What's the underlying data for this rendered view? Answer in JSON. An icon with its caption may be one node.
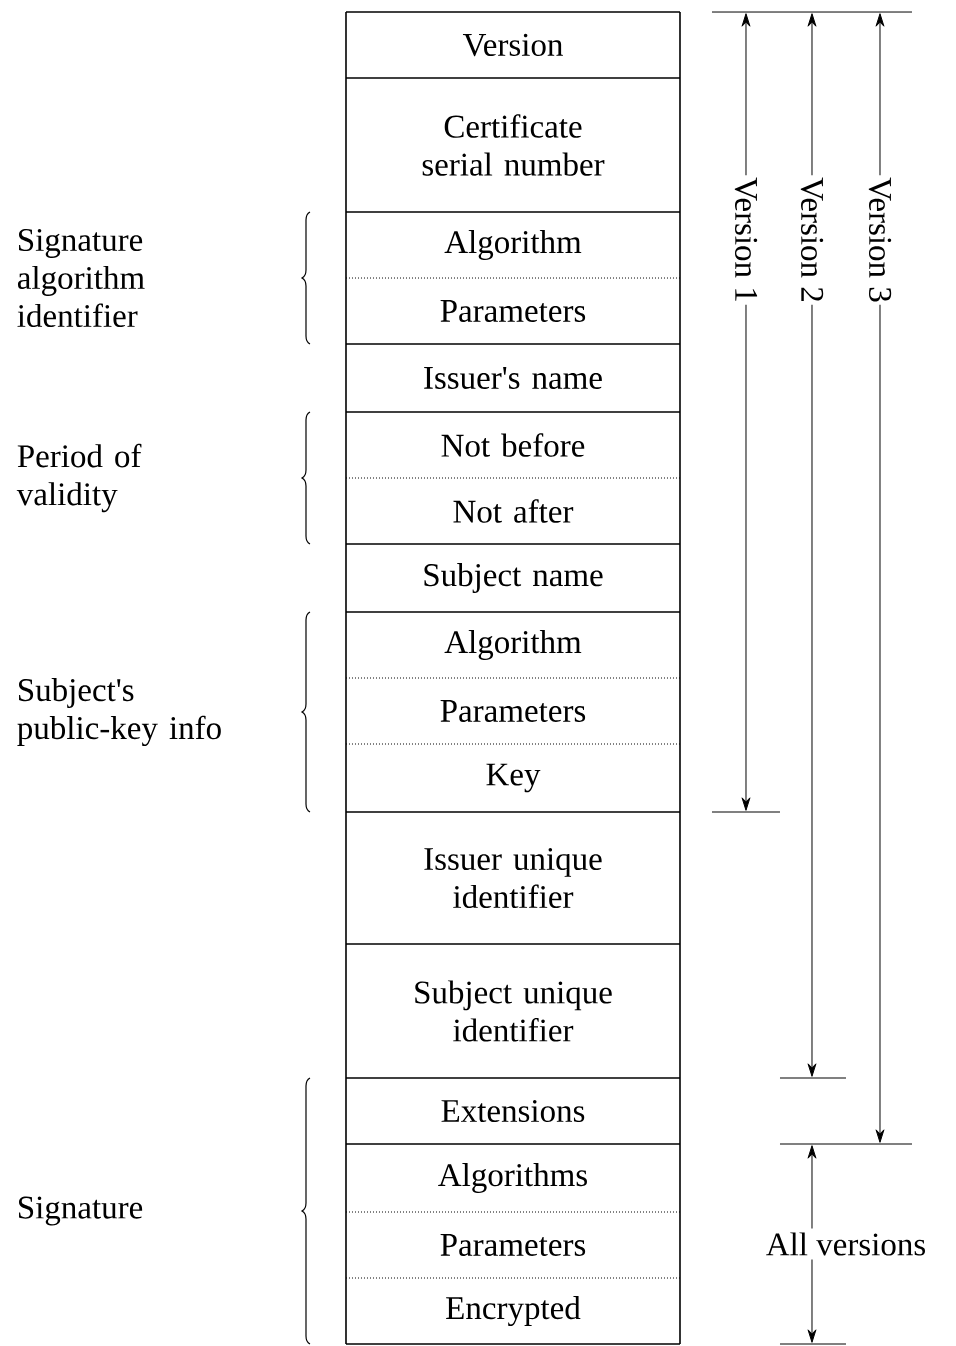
{
  "diagram": {
    "nodes": [
      {
        "text": [
          "Version"
        ]
      },
      {
        "text": [
          "Certificate serial number"
        ]
      },
      {
        "text": [
          "Algorithm"
        ]
      },
      {
        "text": [
          "Parameters"
        ]
      },
      {
        "text": [
          "Issuer's name"
        ]
      },
      {
        "text": [
          "Not before"
        ]
      },
      {
        "text": [
          "Not after"
        ]
      },
      {
        "text": [
          "Subject name"
        ]
      },
      {
        "text": [
          "Algorithm"
        ]
      },
      {
        "text": [
          "Parameters"
        ]
      },
      {
        "text": [
          "Key"
        ]
      },
      {
        "text": [
          "Issuer unique identifier"
        ]
      },
      {
        "text": [
          "Subject unique identifier"
        ]
      },
      {
        "text": [
          "Extensions"
        ]
      },
      {
        "text": [
          "Algorithms"
        ]
      },
      {
        "text": [
          "Parameters"
        ]
      },
      {
        "text": [
          "Encrypted"
        ]
      }
    ],
    "labels": [
      "Signature algorithm identifier",
      "Period of validity",
      "Subject's public-key info",
      "Signature",
      "Version 1",
      "Version 2",
      "Version 3",
      "All versions"
    ]
  }
}
